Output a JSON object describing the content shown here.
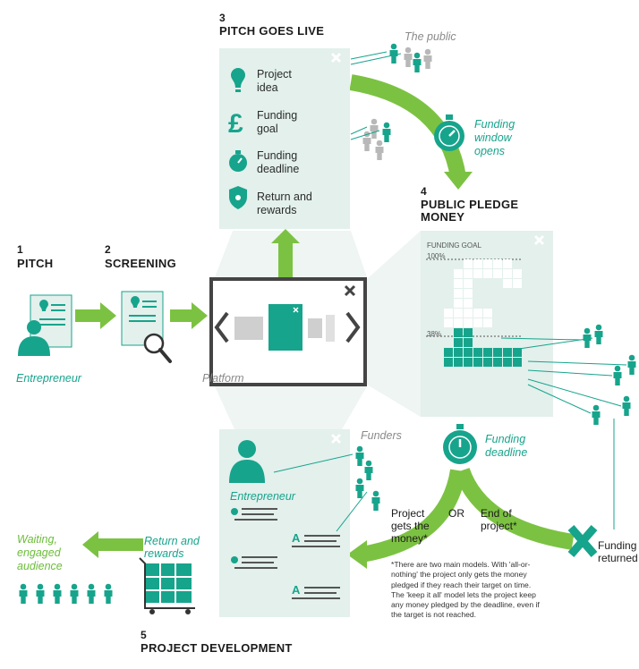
{
  "steps": {
    "pitch": {
      "number": "1",
      "title": "PITCH",
      "caption": "Entrepreneur"
    },
    "screening": {
      "number": "2",
      "title": "SCREENING"
    },
    "live": {
      "number": "3",
      "title": "PITCH GOES LIVE",
      "items": [
        {
          "line1": "Project",
          "line2": "idea",
          "icon": "lightbulb-icon"
        },
        {
          "line1": "Funding",
          "line2": "goal",
          "icon": "pound-sign-icon"
        },
        {
          "line1": "Funding",
          "line2": "deadline",
          "icon": "stopwatch-icon"
        },
        {
          "line1": "Return and",
          "line2": "rewards",
          "icon": "shield-star-icon"
        }
      ],
      "public_label": "The public"
    },
    "pledge": {
      "number": "4",
      "title_line1": "PUBLIC PLEDGE",
      "title_line2": "MONEY",
      "funding_goal_label": "FUNDING GOAL",
      "full_level": "100%",
      "current_level": "38%",
      "progress_fraction": 0.38
    },
    "development": {
      "number": "5",
      "title": "PROJECT DEVELOPMENT",
      "funders_label": "Funders",
      "entrepreneur_label": "Entrepreneur",
      "return_line1": "Return and",
      "return_line2": "rewards",
      "audience_line1": "Waiting,",
      "audience_line2": "engaged",
      "audience_line3": "audience"
    }
  },
  "platform": {
    "caption": "Platform"
  },
  "funding_window": {
    "line1": "Funding",
    "line2": "window",
    "line3": "opens"
  },
  "funding_deadline": {
    "line1": "Funding",
    "line2": "deadline"
  },
  "outcomes": {
    "success_line1": "Project",
    "success_line2": "gets the",
    "success_line3": "money*",
    "or": "OR",
    "fail_line1": "End of",
    "fail_line2": "project*",
    "returned_line1": "Funding",
    "returned_line2": "returned"
  },
  "footnote": "*There are two main models. With 'all-or-nothing' the project only gets the money pledged if they reach their target on time. The 'keep it all' model lets the project keep any money pledged by the deadline, even if the target is not reached.",
  "colors": {
    "teal": "#17a48c",
    "green": "#7cc242",
    "panel": "#e3f0ec",
    "dark": "#1b1b1b"
  }
}
